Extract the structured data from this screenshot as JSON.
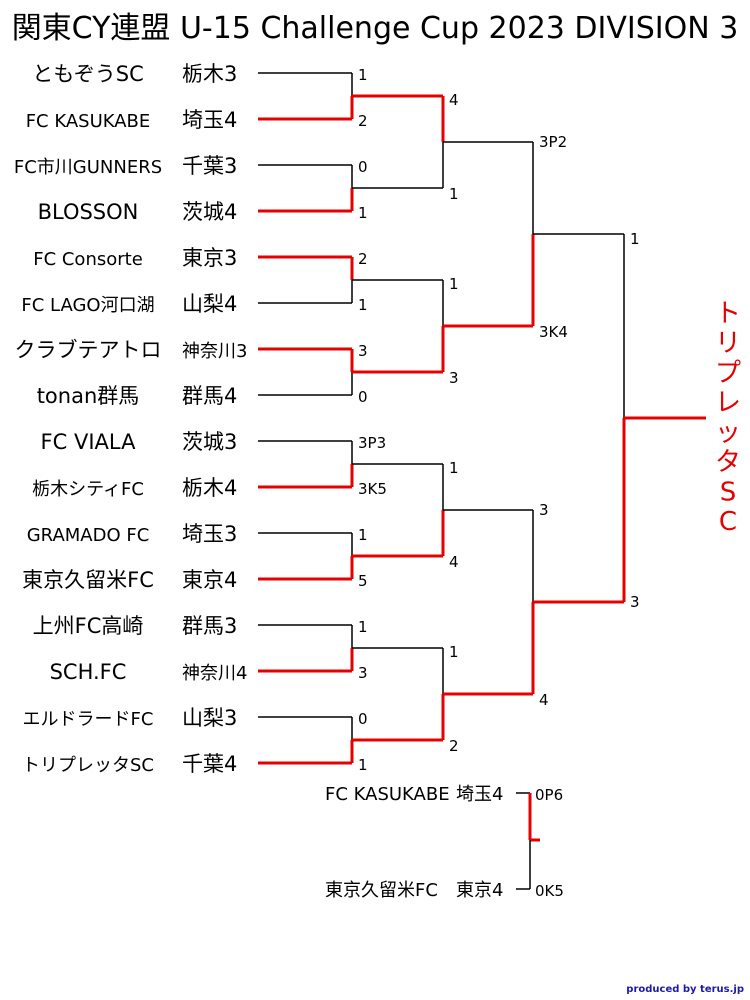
{
  "title": "関東CY連盟 U-15 Challenge Cup 2023 DIVISION 3",
  "colors": {
    "winner_line": "#e60000",
    "line": "#000000",
    "credit": "#1a1aa6"
  },
  "teams": [
    {
      "name": "ともぞうSC",
      "pref": "栃木3"
    },
    {
      "name": "FC KASUKABE",
      "pref": "埼玉4"
    },
    {
      "name": "FC市川GUNNERS",
      "pref": "千葉3"
    },
    {
      "name": "BLOSSON",
      "pref": "茨城4"
    },
    {
      "name": "FC Consorte",
      "pref": "東京3"
    },
    {
      "name": "FC LAGO河口湖",
      "pref": "山梨4"
    },
    {
      "name": "クラブテアトロ",
      "pref": "神奈川3"
    },
    {
      "name": "tonan群馬",
      "pref": "群馬4"
    },
    {
      "name": "FC VIALA",
      "pref": "茨城3"
    },
    {
      "name": "栃木シティFC",
      "pref": "栃木4"
    },
    {
      "name": "GRAMADO FC",
      "pref": "埼玉3"
    },
    {
      "name": "東京久留米FC",
      "pref": "東京4"
    },
    {
      "name": "上州FC高崎",
      "pref": "群馬3"
    },
    {
      "name": "SCH.FC",
      "pref": "神奈川4"
    },
    {
      "name": "エルドラードFC",
      "pref": "山梨3"
    },
    {
      "name": "トリプレッタSC",
      "pref": "千葉4"
    }
  ],
  "round1_scores": [
    "1",
    "2",
    "0",
    "1",
    "2",
    "1",
    "3",
    "0",
    "3P3",
    "3K5",
    "1",
    "5",
    "1",
    "3",
    "0",
    "1"
  ],
  "round2_scores": [
    "4",
    "1",
    "1",
    "3",
    "1",
    "4",
    "1",
    "2"
  ],
  "round3_scores": [
    "3P2",
    "3K4",
    "3",
    "4"
  ],
  "final_scores": [
    "1",
    "3"
  ],
  "champion": "トリプレッタSC",
  "third_place": {
    "team1": {
      "name": "FC KASUKABE",
      "pref": "埼玉4",
      "score": "0P6"
    },
    "team2": {
      "name": "東京久留米FC",
      "pref": "東京4",
      "score": "0K5"
    }
  },
  "credit": "produced by terus.jp"
}
